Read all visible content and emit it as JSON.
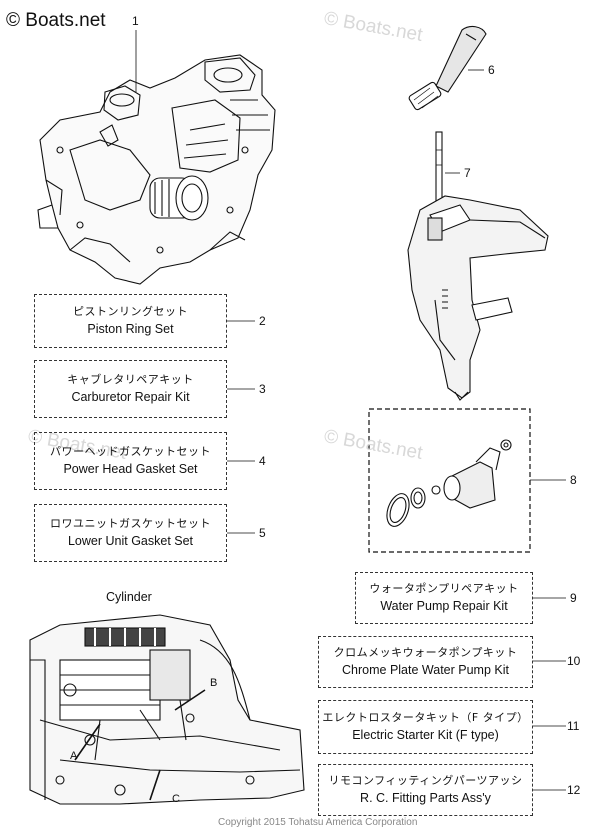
{
  "watermark": {
    "brand": "© Boats.net",
    "faint": "© Boats.net",
    "copyright": "Copyright 2015 Tohatsu America Corporation"
  },
  "callouts": [
    {
      "num": "1"
    },
    {
      "num": "6"
    },
    {
      "num": "7"
    },
    {
      "num": "8"
    }
  ],
  "kits": [
    {
      "num": "2",
      "jp": "ピストンリングセット",
      "en": "Piston Ring Set"
    },
    {
      "num": "3",
      "jp": "キャブレタリペアキット",
      "en": "Carburetor Repair Kit"
    },
    {
      "num": "4",
      "jp": "パワーヘッドガスケットセット",
      "en": "Power Head Gasket Set"
    },
    {
      "num": "5",
      "jp": "ロワユニットガスケットセット",
      "en": "Lower Unit Gasket Set"
    },
    {
      "num": "9",
      "jp": "ウォータポンプリペアキット",
      "en": "Water Pump Repair Kit"
    },
    {
      "num": "10",
      "jp": "クロムメッキウォータポンプキット",
      "en": "Chrome Plate Water  Pump Kit"
    },
    {
      "num": "11",
      "jp": "エレクトロスタータキット（F タイプ）",
      "en": "Electric Starter Kit (F type)"
    },
    {
      "num": "12",
      "jp": "リモコンフィッティングパーツアッシ",
      "en": "R. C. Fitting Parts Ass'y"
    }
  ],
  "cylinder": {
    "title": "Cylinder",
    "labels": [
      "A",
      "B",
      "C"
    ]
  }
}
